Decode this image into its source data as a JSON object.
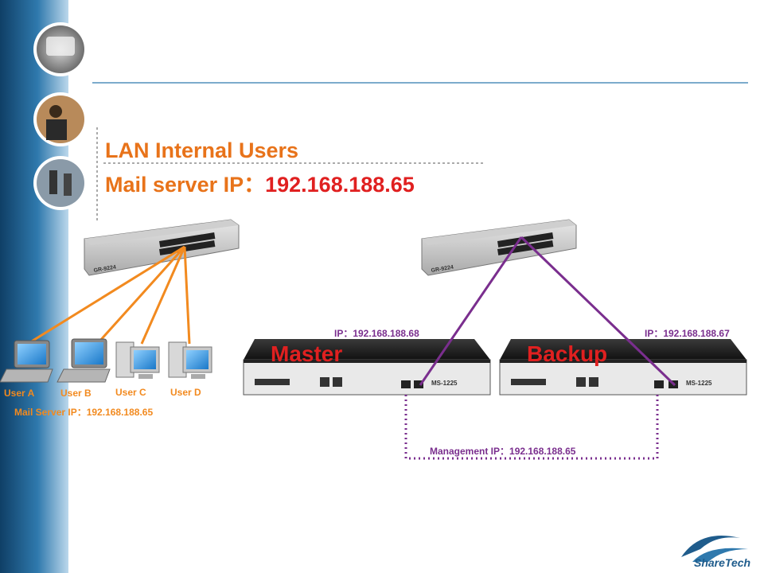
{
  "title": {
    "line1": "LAN Internal Users",
    "line2_prefix": "Mail server IP：",
    "line2_ip": "192.168.188.65"
  },
  "switches": {
    "left_model": "GR-9224",
    "right_model": "GR-9224",
    "brand": "ShareTech"
  },
  "users": [
    {
      "label": "User A"
    },
    {
      "label": "User B"
    },
    {
      "label": "User C"
    },
    {
      "label": "User D"
    }
  ],
  "mail_server_label": "Mail Server IP：192.168.188.65",
  "appliances": {
    "master": {
      "label": "Master",
      "ip": "IP：192.168.188.68",
      "model": "MS-1225"
    },
    "backup": {
      "label": "Backup",
      "ip": "IP：192.168.188.67",
      "model": "MS-1225"
    }
  },
  "management_ip": "Management IP：192.168.188.65",
  "logo": "ShareTech",
  "colors": {
    "orange": "#f28a1f",
    "purple": "#7a2e8e",
    "red": "#e02020",
    "title_orange": "#e8731a",
    "sidebar_blue": "#1f5c8c"
  }
}
